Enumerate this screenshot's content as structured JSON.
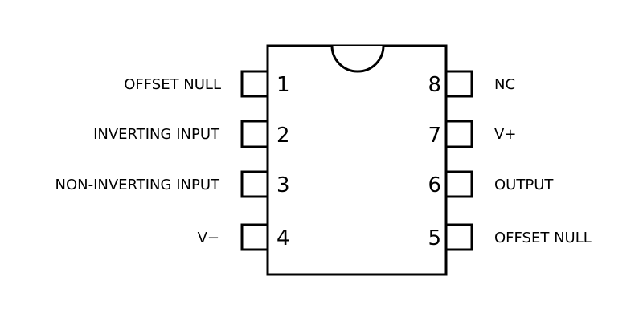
{
  "diagram": {
    "type": "IC pinout (8-pin DIP op-amp)",
    "colors": {
      "stroke": "#000000",
      "background": "#ffffff"
    },
    "left_pins": [
      {
        "number": "1",
        "label": "OFFSET NULL"
      },
      {
        "number": "2",
        "label": "INVERTING INPUT"
      },
      {
        "number": "3",
        "label": "NON-INVERTING INPUT"
      },
      {
        "number": "4",
        "label": "V−"
      }
    ],
    "right_pins": [
      {
        "number": "8",
        "label": "NC"
      },
      {
        "number": "7",
        "label": "V+"
      },
      {
        "number": "6",
        "label": "OUTPUT"
      },
      {
        "number": "5",
        "label": "OFFSET NULL"
      }
    ]
  }
}
